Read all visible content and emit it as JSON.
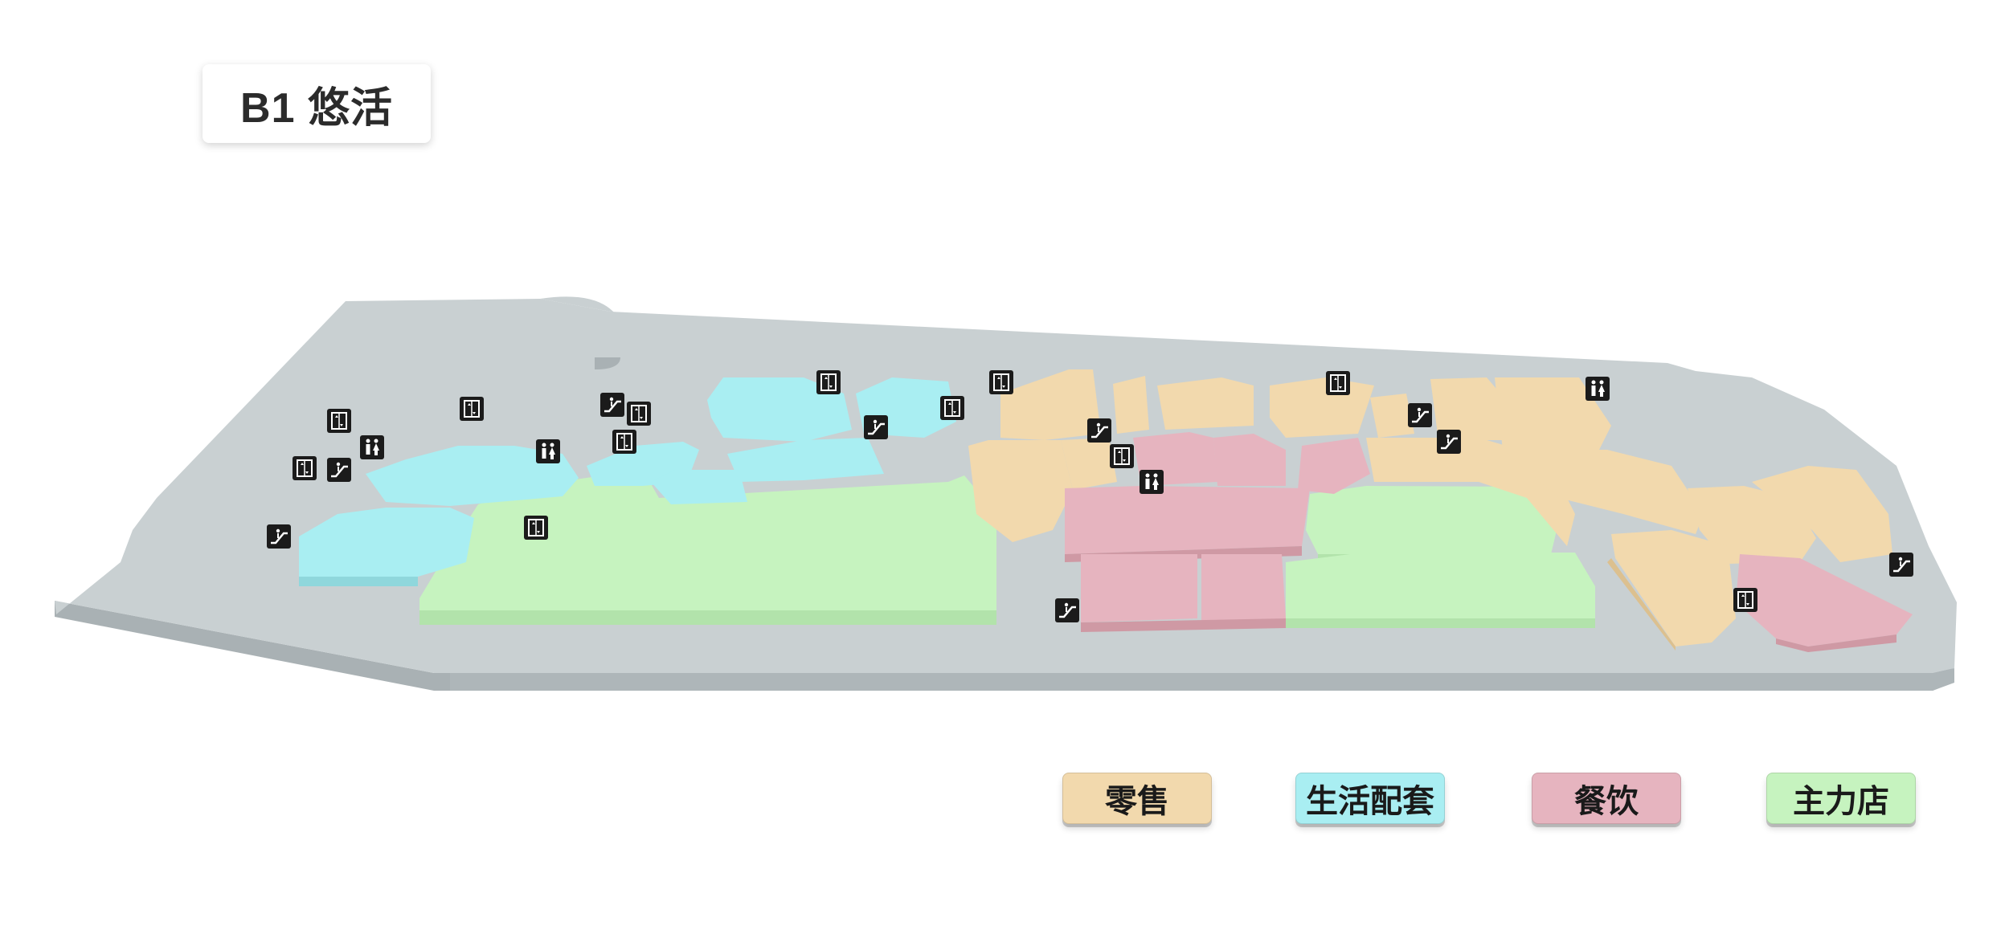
{
  "floor": {
    "label": "B1 悠活"
  },
  "legend": [
    {
      "key": "retail",
      "label": "零售",
      "color": "#f2d9ad"
    },
    {
      "key": "living",
      "label": "生活配套",
      "color": "#a9eef2"
    },
    {
      "key": "dining",
      "label": "餐饮",
      "color": "#e6b4bf"
    },
    {
      "key": "anchor",
      "label": "主力店",
      "color": "#c6f3bf"
    }
  ],
  "colors": {
    "floor_top": "#c9d0d2",
    "floor_side": "#a9b1b4",
    "icon_bg": "#1b1b1b"
  },
  "facility_types": {
    "elevator": "elevator-icon",
    "restroom": "restroom-icon",
    "escalator": "escalator-icon"
  }
}
